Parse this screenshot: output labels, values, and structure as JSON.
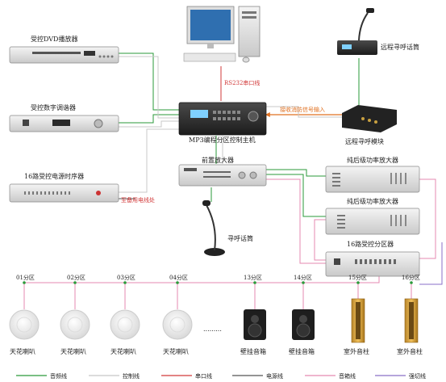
{
  "devices": {
    "dvd": "受控DVD播放器",
    "tuner": "受控数字调谐器",
    "timer": "16路受控电源时序器",
    "pc_link": "RS232串口线",
    "host": "MP3编程分区控制主机",
    "fire": "接收消防信号输入",
    "remote_mic": "远程寻呼话筒",
    "remote_module": "远程寻呼模块",
    "preamp": "前置放大器",
    "amp1": "纯后级功率放大器",
    "amp2": "纯后级功率放大器",
    "zoner": "16路受控分区器",
    "spare": "至备用电线处",
    "paging_mic": "寻呼话筒"
  },
  "zones": [
    {
      "label": "01分区",
      "speaker": "天花喇叭",
      "kind": "ceiling"
    },
    {
      "label": "02分区",
      "speaker": "天花喇叭",
      "kind": "ceiling"
    },
    {
      "label": "03分区",
      "speaker": "天花喇叭",
      "kind": "ceiling"
    },
    {
      "label": "04分区",
      "speaker": "天花喇叭",
      "kind": "ceiling"
    },
    {
      "label": "13分区",
      "speaker": "壁挂音箱",
      "kind": "wall"
    },
    {
      "label": "14分区",
      "speaker": "壁挂音箱",
      "kind": "wall"
    },
    {
      "label": "15分区",
      "speaker": "室外音柱",
      "kind": "column"
    },
    {
      "label": "16分区",
      "speaker": "室外音柱",
      "kind": "column"
    }
  ],
  "legend": [
    {
      "label": "音频线",
      "color": "#2a9a3a"
    },
    {
      "label": "控制线",
      "color": "#c8c8c8"
    },
    {
      "label": "串口线",
      "color": "#d23a3a"
    },
    {
      "label": "电源线",
      "color": "#555555"
    },
    {
      "label": "音箱线",
      "color": "#e58ab0"
    },
    {
      "label": "强切线",
      "color": "#8a6fc8"
    }
  ],
  "colors": {
    "audio": "#2a9a3a",
    "speaker": "#e58ab0",
    "control": "#c8c8c8",
    "serial": "#d23a3a",
    "fire": "#e07020"
  }
}
